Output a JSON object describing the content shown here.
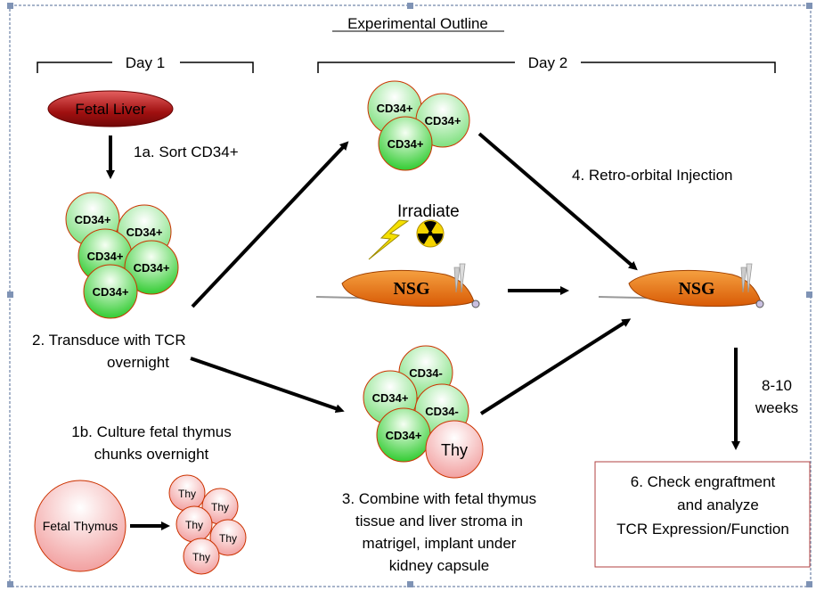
{
  "title": "Experimental Outline",
  "day1_label": "Day 1",
  "day2_label": "Day 2",
  "fetal_liver": "Fetal Liver",
  "step_1a": "1a.  Sort CD34+",
  "cd34_pos": "CD34+",
  "cd34_neg": "CD34-",
  "step_2": [
    "2.   Transduce with TCR",
    "overnight"
  ],
  "step_1b": [
    "1b.  Culture fetal thymus",
    "chunks overnight"
  ],
  "fetal_thymus": "Fetal Thymus",
  "thy": "Thy",
  "irradiate": "Irradiate",
  "nsg": "NSG",
  "step_4": "4.  Retro-orbital Injection",
  "weeks": [
    "8-10",
    "weeks"
  ],
  "step_3": [
    "3.   Combine with fetal thymus",
    "tissue and liver stroma in",
    "matrigel, implant under",
    "kidney capsule"
  ],
  "step_6": [
    "6.  Check engraftment",
    "and analyze",
    "TCR Expression/Function"
  ],
  "colors": {
    "liver": "#a01010",
    "cell_green": "#33cc33",
    "cell_border": "#cc3300",
    "thymus": "#f4a6a6",
    "mouse": "#e86a10",
    "bolt": "#f5e000",
    "box_border": "#b04040"
  },
  "icons": [
    "lightning-bolt-icon",
    "radiation-icon",
    "mouse-icon"
  ]
}
